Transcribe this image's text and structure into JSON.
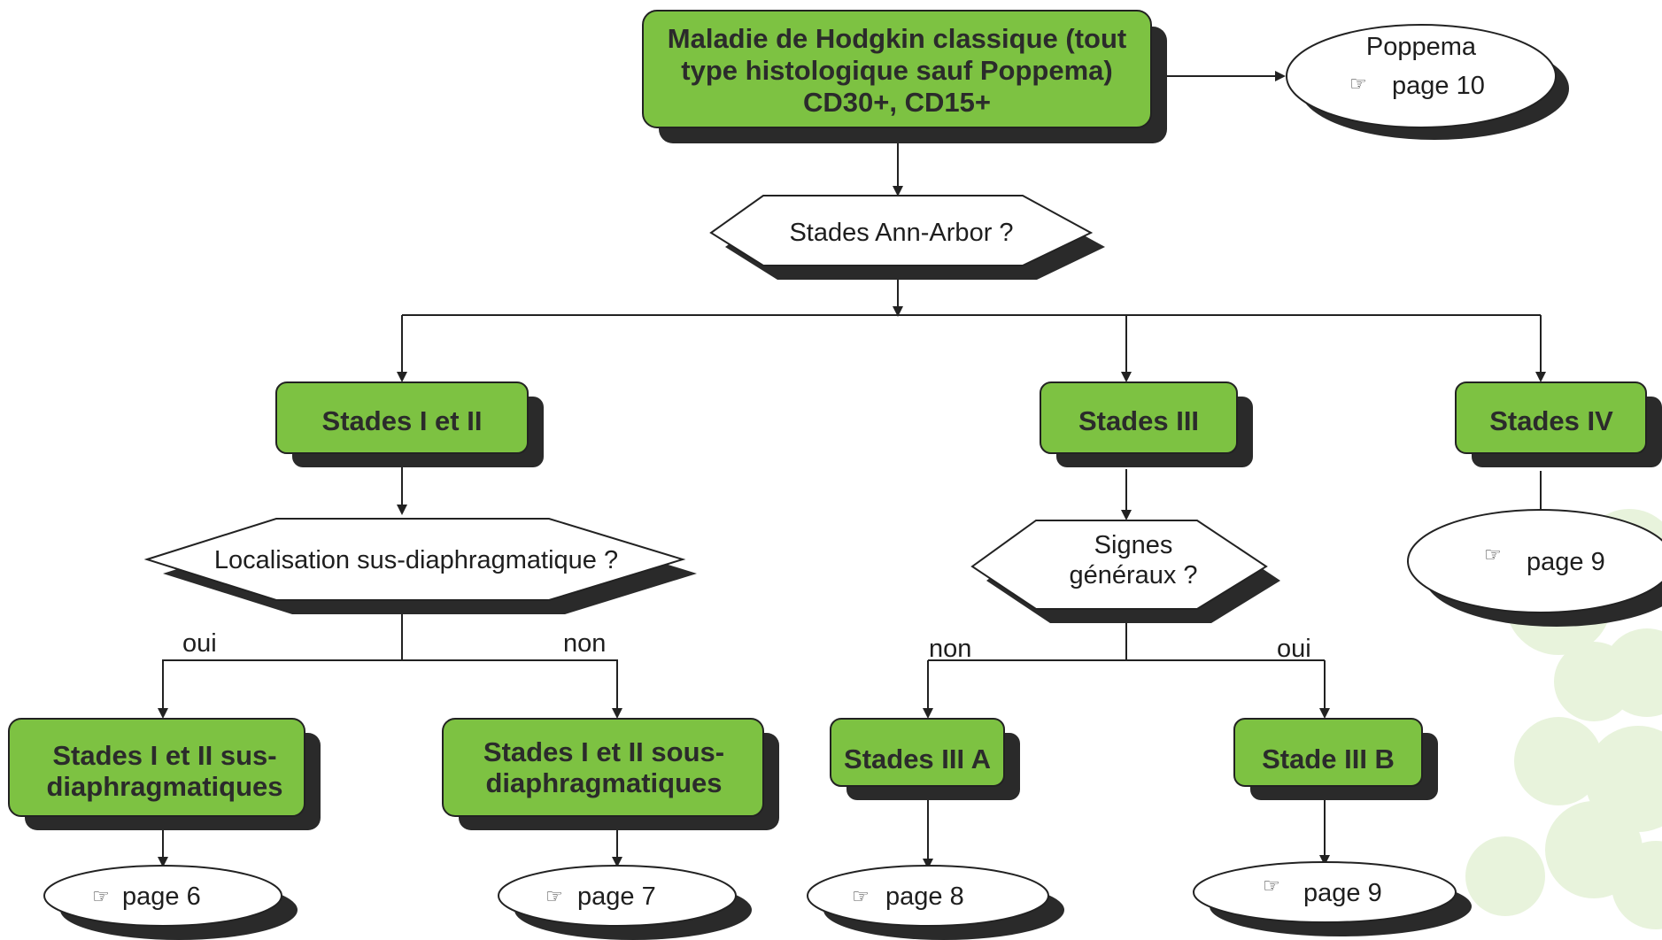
{
  "colors": {
    "box_fill": "#7dc242",
    "shadow": "#2a2a2a",
    "outline": "#222222",
    "decoration": "#e8f3dc"
  },
  "root": {
    "lines": [
      "Maladie de Hodgkin classique (tout",
      "type histologique sauf Poppema)",
      "CD30+, CD15+"
    ]
  },
  "poppema": {
    "title": "Poppema",
    "page_icon": "pointing-hand-icon",
    "page": "page 10"
  },
  "decision_ann_arbor": {
    "text": "Stades Ann-Arbor ?"
  },
  "stages": {
    "s12": "Stades I et II",
    "s3": "Stades III",
    "s4": "Stades IV"
  },
  "decision_localisation": {
    "text": "Localisation sus-diaphragmatique ?"
  },
  "decision_signes": {
    "lines": [
      "Signes",
      "généraux ?"
    ]
  },
  "branch_labels": {
    "oui_left": "oui",
    "non_left": "non",
    "non_right": "non",
    "oui_right": "oui"
  },
  "leaves": {
    "sus": [
      "Stades I et II sus-",
      "diaphragmatiques"
    ],
    "sous": [
      "Stades I et II sous-",
      "diaphragmatiques"
    ],
    "iiia": "Stades III A",
    "iiib": "Stade III B"
  },
  "pages": {
    "icon": "☞",
    "p6": "page 6",
    "p7": "page 7",
    "p8": "page 8",
    "p9b": "page 9",
    "p9iv": "page 9"
  }
}
